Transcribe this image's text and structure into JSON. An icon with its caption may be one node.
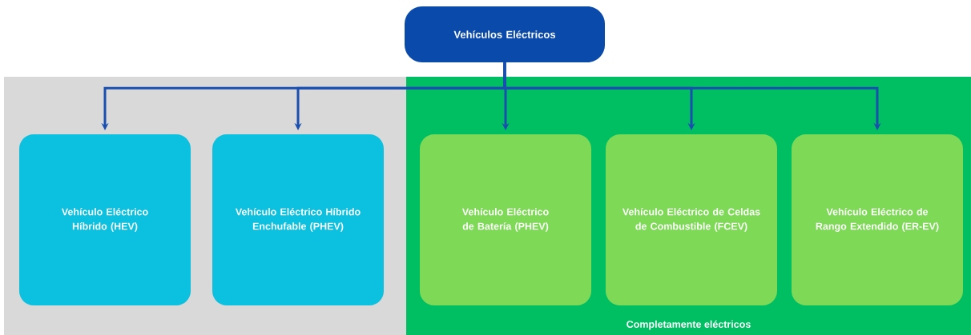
{
  "diagram": {
    "nodes": [
      {
        "text": [
          "Vehículos Eléctricos"
        ]
      },
      {
        "text": [],
        "shape": "box"
      },
      {
        "text": [
          "Vehículo Eléctrico Híbrido (HEV)"
        ],
        "in": 1
      },
      {
        "text": [
          "Vehículo Eléctrico Híbrido Enchufable (PHEV)"
        ],
        "in": 1
      },
      {
        "text": [
          "Completamente eléctricos"
        ]
      },
      {
        "text": [
          "Vehículo Eléctrico de Batería (PHEV)"
        ],
        "in": 4
      },
      {
        "text": [
          "Vehículo Eléctrico de Celdas de Combustible (FCEV)"
        ],
        "in": 4
      },
      {
        "text": [
          "Vehículo Eléctrico de Rango Extendido (ER-EV)"
        ],
        "in": 4
      }
    ],
    "edges": [
      {
        "from": 0,
        "to": 2,
        "arrow": "to"
      },
      {
        "from": 0,
        "to": 3,
        "arrow": "to"
      },
      {
        "from": 0,
        "to": 5,
        "arrow": "to"
      },
      {
        "from": 0,
        "to": 6,
        "arrow": "to"
      },
      {
        "from": 0,
        "to": 7,
        "arrow": "to"
      }
    ]
  }
}
